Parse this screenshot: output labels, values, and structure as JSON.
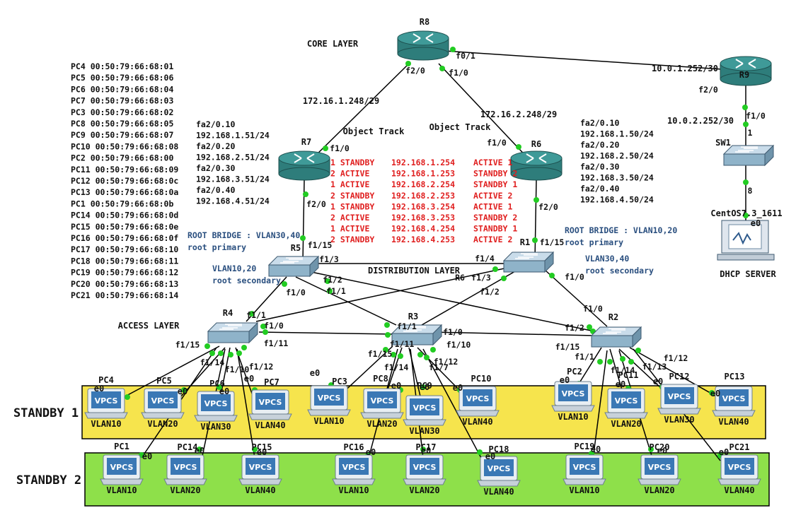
{
  "diagram": {
    "layers": {
      "core": "CORE LAYER",
      "distribution": "DISTRIBUTION LAYER",
      "access": "ACCESS LAYER"
    },
    "standby_labels": [
      "STANDBY 1",
      "STANDBY 2"
    ],
    "routers": {
      "r8": "R8",
      "r9": "R9",
      "r7": "R7",
      "r6": "R6"
    },
    "switches": {
      "r5": "R5",
      "r1": "R1",
      "r4": "R4",
      "r3": "R3",
      "r2": "R2",
      "sw1": "SW1"
    },
    "mac_table": [
      "PC4 00:50:79:66:68:01",
      "PC5 00:50:79:66:68:06",
      "PC6 00:50:79:66:68:04",
      "PC7 00:50:79:66:68:03",
      "PC3 00:50:79:66:68:02",
      "PC8 00:50:79:66:68:05",
      "PC9 00:50:79:66:68:07",
      "PC10 00:50:79:66:68:08",
      "PC2 00:50:79:66:68:00",
      "PC11 00:50:79:66:68:09",
      "PC12 00:50:79:66:68:0c",
      "PC13 00:50:79:66:68:0a",
      "PC1 00:50:79:66:68:0b",
      "PC14 00:50:79:66:68:0d",
      "PC15 00:50:79:66:68:0e",
      "PC16 00:50:79:66:68:0f",
      "PC17 00:50:79:66:68:10",
      "PC18 00:50:79:66:68:11",
      "PC19 00:50:79:66:68:12",
      "PC20 00:50:79:66:68:13",
      "PC21 00:50:79:66:68:14"
    ],
    "r7_subinterfaces": [
      "fa2/0.10",
      "192.168.1.51/24",
      "fa2/0.20",
      "192.168.2.51/24",
      "fa2/0.30",
      "192.168.3.51/24",
      "fa2/0.40",
      "192.168.4.51/24"
    ],
    "r6_subinterfaces": [
      "fa2/0.10",
      "192.168.1.50/24",
      "fa2/0.20",
      "192.168.2.50/24",
      "fa2/0.30",
      "192.168.3.50/24",
      "fa2/0.40",
      "192.168.4.50/24"
    ],
    "hsrp": [
      {
        "r7": "1 STANDBY",
        "vip": "192.168.1.254",
        "r6": "ACTIVE 1"
      },
      {
        "r7": "2 ACTIVE",
        "vip": "192.168.1.253",
        "r6": "STANDBY 2"
      },
      {
        "r7": "1 ACTIVE",
        "vip": "192.168.2.254",
        "r6": "STANDBY 1"
      },
      {
        "r7": "2 STANDBY",
        "vip": "192.168.2.253",
        "r6": "ACTIVE 2"
      },
      {
        "r7": "1 STANDBY",
        "vip": "192.168.3.254",
        "r6": "ACTIVE 1"
      },
      {
        "r7": "2 ACTIVE",
        "vip": "192.168.3.253",
        "r6": "STANDBY 2"
      },
      {
        "r7": "1 ACTIVE",
        "vip": "192.168.4.254",
        "r6": "STANDBY 1"
      },
      {
        "r7": "2 STANDBY",
        "vip": "192.168.4.253",
        "r6": "ACTIVE 2"
      }
    ],
    "object_track": "Object Track",
    "subnets": {
      "r8_r7": "172.16.1.248/29",
      "r8_r6": "172.16.2.248/29",
      "r8_r9": "10.0.1.252/30",
      "r9_sw1": "10.0.2.252/30"
    },
    "stp": {
      "r5_root": [
        "ROOT BRIDGE : VLAN30,40",
        "root primary"
      ],
      "r5_secondary": [
        "VLAN10,20",
        "root secondary"
      ],
      "r1_root": [
        "ROOT BRIDGE : VLAN10,20",
        "root primary"
      ],
      "r1_secondary": [
        "VLAN30,40",
        "root secondary"
      ]
    },
    "server": {
      "name": "CentOS7.3_1611",
      "label": "DHCP SERVER",
      "port": "e0"
    },
    "vpcs_text": "VPCS",
    "ports": {
      "r8_f2_0": "f2/0",
      "r8_f1_0": "f1/0",
      "r8_f0_1": "f0/1",
      "r9_f2_0": "f2/0",
      "sw1_f1_0": "f1/0",
      "sw1_1": "1",
      "sw1_8": "8",
      "r7_f1_0": "f1/0",
      "r7_f2_0": "f2/0",
      "r6_f1_0": "f1/0",
      "r6_f2_0": "f2/0",
      "r5_f1_15": "f1/15",
      "r5_f1_3": "f1/3",
      "r5_f1_2": "f1/2",
      "r5_f1_0": "f1/0",
      "r5_f1_1": "f1/1",
      "r1_f1_15": "f1/15",
      "r1_f1_4": "f1/4",
      "r1_f1_3": "f1/3",
      "r1_f1_2": "f1/2",
      "r1_f1_0": "f1/0",
      "r6_label_near_r1": "R6",
      "r4_f1_1": "f1/1",
      "r4_f1_0": "f1/0",
      "r4_f1_11": "f1/11",
      "r4_f1_15": "f1/15",
      "r4_f1_14": "f1/14",
      "r4_f1_10": "f1/10",
      "r4_f1_12": "f1/12",
      "r3_f1_1": "f1/1",
      "r3_f1_0": "f1/0",
      "r3_f1_11": "f1/11",
      "r3_f1_10": "f1/10",
      "r3_f1_15": "f1/15",
      "r3_f1_14": "f1/14",
      "r3_f1_12": "f1/12",
      "r3_f1_7": "f1/7",
      "r2_f1_0": "f1/0",
      "r2_f1_2": "f1/2",
      "r2_f1_15": "f1/15",
      "r2_f1_1": "f1/1",
      "r2_f1_13": "f1/13",
      "r2_f1_12": "f1/12",
      "r2_f1_14": "f1/14"
    },
    "pcs": [
      {
        "id": "PC4",
        "vlan": "VLAN10",
        "port": "e0"
      },
      {
        "id": "PC5",
        "vlan": "VLAN20",
        "port": "e0"
      },
      {
        "id": "PC6",
        "vlan": "VLAN30",
        "port": "e0"
      },
      {
        "id": "PC7",
        "vlan": "VLAN40",
        "port": "e0"
      },
      {
        "id": "PC3",
        "vlan": "VLAN10",
        "port": "e0"
      },
      {
        "id": "PC8",
        "vlan": "VLAN20",
        "port": "e0"
      },
      {
        "id": "PC9",
        "vlan": "VLAN30",
        "port": "e0"
      },
      {
        "id": "PC10",
        "vlan": "VLAN40",
        "port": "e0"
      },
      {
        "id": "PC2",
        "vlan": "VLAN10",
        "port": "e0"
      },
      {
        "id": "PC11",
        "vlan": "VLAN20",
        "port": "e0"
      },
      {
        "id": "PC12",
        "vlan": "VLAN30",
        "port": "e0"
      },
      {
        "id": "PC13",
        "vlan": "VLAN40",
        "port": "e0"
      },
      {
        "id": "PC1",
        "vlan": "VLAN10",
        "port": "e0"
      },
      {
        "id": "PC14",
        "vlan": "VLAN20",
        "port": "e0"
      },
      {
        "id": "PC15",
        "vlan": "VLAN40",
        "port": "e0"
      },
      {
        "id": "PC16",
        "vlan": "VLAN10",
        "port": "e0"
      },
      {
        "id": "PC17",
        "vlan": "VLAN20",
        "port": "e0"
      },
      {
        "id": "PC18",
        "vlan": "VLAN40",
        "port": "e0"
      },
      {
        "id": "PC19",
        "vlan": "VLAN10",
        "port": "e0"
      },
      {
        "id": "PC20",
        "vlan": "VLAN20",
        "port": "e0"
      },
      {
        "id": "PC21",
        "vlan": "VLAN40",
        "port": "e0"
      }
    ],
    "colors": {
      "standby1_bg": "#f6e44d",
      "standby2_bg": "#8ee04a",
      "router": "#3f9a98",
      "switch": "#8fb3c9",
      "port_dot": "#22cc22",
      "hsrp": "#e01f1f",
      "stp": "#2a4f7f"
    }
  }
}
